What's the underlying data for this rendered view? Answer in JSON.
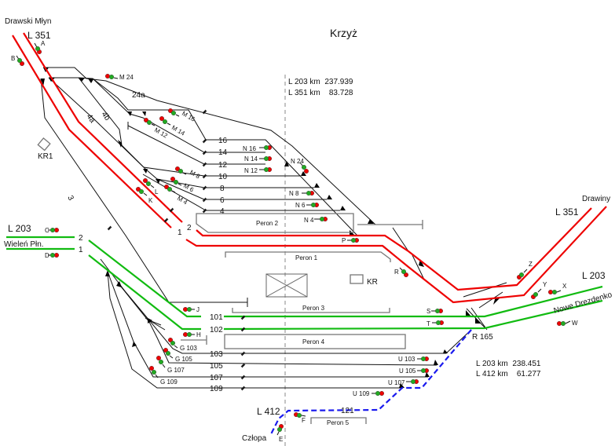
{
  "station": "Krzyż",
  "km_top": {
    "l203": "L 203 km  237.939",
    "l351": "L 351 km    83.728"
  },
  "km_bottom": {
    "l203": "L 203 km  238.451",
    "l412": "L 412 km    61.277"
  },
  "directions": {
    "drawski_mlyn": "Drawski Młyn",
    "drawiny": "Drawiny",
    "wielen": "Wieleń Płn.",
    "nowe_drezdenko": "Nowe Drezdenko",
    "czlopa": "Człopa"
  },
  "lines": {
    "l351_nw": "L 351",
    "l351_ne": "L 351",
    "l203_w": "L 203",
    "l203_e": "L 203",
    "l412": "L 412"
  },
  "line_colors": {
    "L 351": "#ee0000",
    "L 203": "#11bb11",
    "L 412": "#1a1aee"
  },
  "tracks": {
    "t1_red": "1",
    "t2_red": "2",
    "t1_grn": "1",
    "t2_grn": "2",
    "t3": "3",
    "t4a": "4a",
    "t4b": "4b",
    "t24a": "24a",
    "t16": "16",
    "t14": "14",
    "t12": "12",
    "t10": "10",
    "t8": "8",
    "t6": "6",
    "t4": "4",
    "t101": "101",
    "t102": "102",
    "t103": "103",
    "t105": "105",
    "t107": "107",
    "t109": "109",
    "t121": "121"
  },
  "platforms": {
    "p1": "Peron 1",
    "p2": "Peron 2",
    "p3": "Peron 3",
    "p4": "Peron 4",
    "p5": "Peron 5"
  },
  "buildings": {
    "kr1": "KR1",
    "kr": "KR",
    "r165": "R 165"
  },
  "signals": {
    "A": "A",
    "B": "B",
    "C": "C",
    "D": "D",
    "E": "E",
    "F": "F",
    "H": "H",
    "J": "J",
    "K": "K",
    "L": "L",
    "M24": "M 24",
    "M16": "M 16",
    "M14": "M 14",
    "M12": "M 12",
    "M8": "M 8",
    "M6": "M 6",
    "M4": "M 4",
    "N16": "N 16",
    "N14": "N 14",
    "N12": "N 12",
    "N24": "N 24",
    "N8": "N 8",
    "N6": "N 6",
    "N4": "N 4",
    "P": "P",
    "R": "R",
    "S": "S",
    "T": "T",
    "W": "W",
    "X": "X",
    "Y": "Y",
    "Z": "Z",
    "G103": "G 103",
    "G105": "G 105",
    "G107": "G 107",
    "G109": "G 109",
    "U103": "U 103",
    "U105": "U 105",
    "U107": "U 107",
    "U109": "U 109"
  },
  "signal_colors": {
    "stop": "#ee0000",
    "go": "#22aa22"
  }
}
